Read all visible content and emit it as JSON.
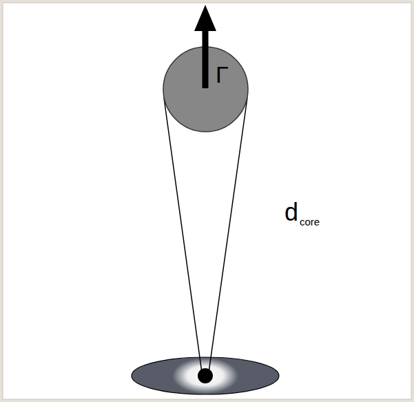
{
  "diagram": {
    "nodes": [
      {
        "text": [
          "Γ"
        ]
      }
    ],
    "labels": [
      "d",
      "core"
    ]
  }
}
